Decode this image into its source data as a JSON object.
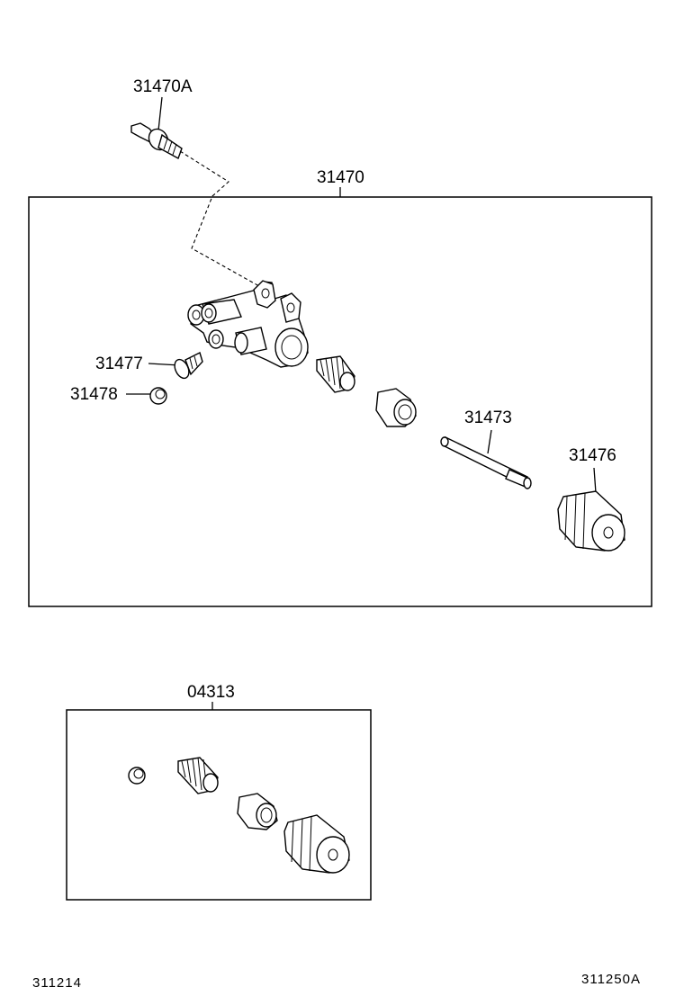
{
  "labels": {
    "bleeder_plug_top": "31470A",
    "cylinder_assy": "31470",
    "bleeder_plug": "31477",
    "cap": "31478",
    "push_rod": "31473",
    "boot": "31476",
    "kit": "04313"
  },
  "codes": {
    "left": "311214",
    "right": "311250A"
  }
}
